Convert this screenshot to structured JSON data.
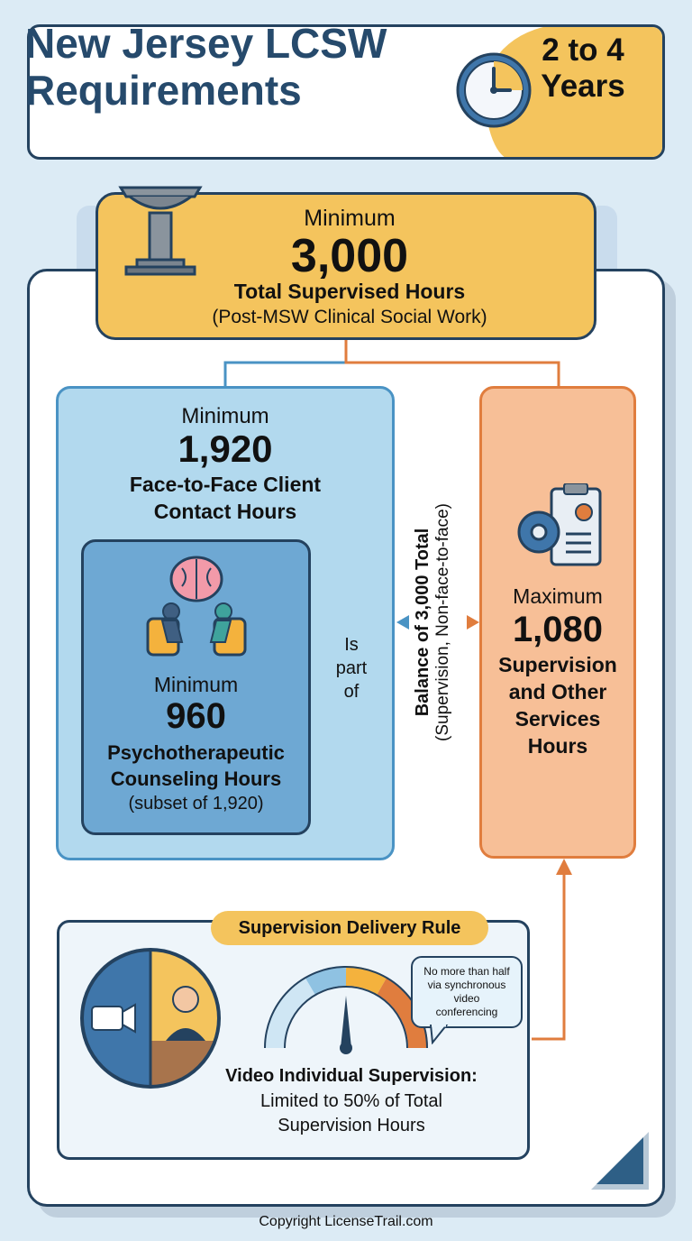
{
  "header": {
    "title_line1": "New Jersey LCSW",
    "title_line2": "Requirements",
    "duration_line1": "2 to 4",
    "duration_line2": "Years",
    "icon": "clock-icon"
  },
  "total": {
    "qualifier": "Minimum",
    "value": "3,000",
    "label": "Total Supervised Hours",
    "sublabel": "(Post-MSW Clinical Social Work)",
    "icon": "pedestal-icon"
  },
  "face_to_face": {
    "qualifier": "Minimum",
    "value": "1,920",
    "label_line1": "Face-to-Face Client",
    "label_line2": "Contact Hours"
  },
  "counseling": {
    "qualifier": "Minimum",
    "value": "960",
    "label_line1": "Psychotherapeutic",
    "label_line2": "Counseling Hours",
    "sublabel": "(subset of 1,920)",
    "icon": "therapy-session-icon"
  },
  "relation": {
    "line1": "Is",
    "line2": "part",
    "line3": "of"
  },
  "balance": {
    "line1": "Balance of 3,000 Total",
    "line2": "(Supervision, Non-face-to-face)"
  },
  "other_services": {
    "qualifier": "Maximum",
    "value": "1,080",
    "label_line1": "Supervision",
    "label_line2": "and Other",
    "label_line3": "Services",
    "label_line4": "Hours",
    "icon": "clipboard-gear-icon"
  },
  "rule": {
    "title": "Supervision Delivery Rule",
    "bubble_line1": "No more than half",
    "bubble_line2": "via synchronous",
    "bubble_line3": "video",
    "bubble_line4": "conferencing",
    "label": "Video Individual Supervision:",
    "desc_line1": "Limited to 50% of Total",
    "desc_line2": "Supervision Hours",
    "video_limit_fraction": 0.5
  },
  "footer": {
    "copyright": "Copyright LicenseTrail.com"
  },
  "colors": {
    "navy": "#24425f",
    "yellow": "#f4c45d",
    "blue_box": "#b2d9ee",
    "inner_blue": "#6ea8d3",
    "orange_box": "#f7bf97",
    "orange_line": "#e07d3e"
  }
}
